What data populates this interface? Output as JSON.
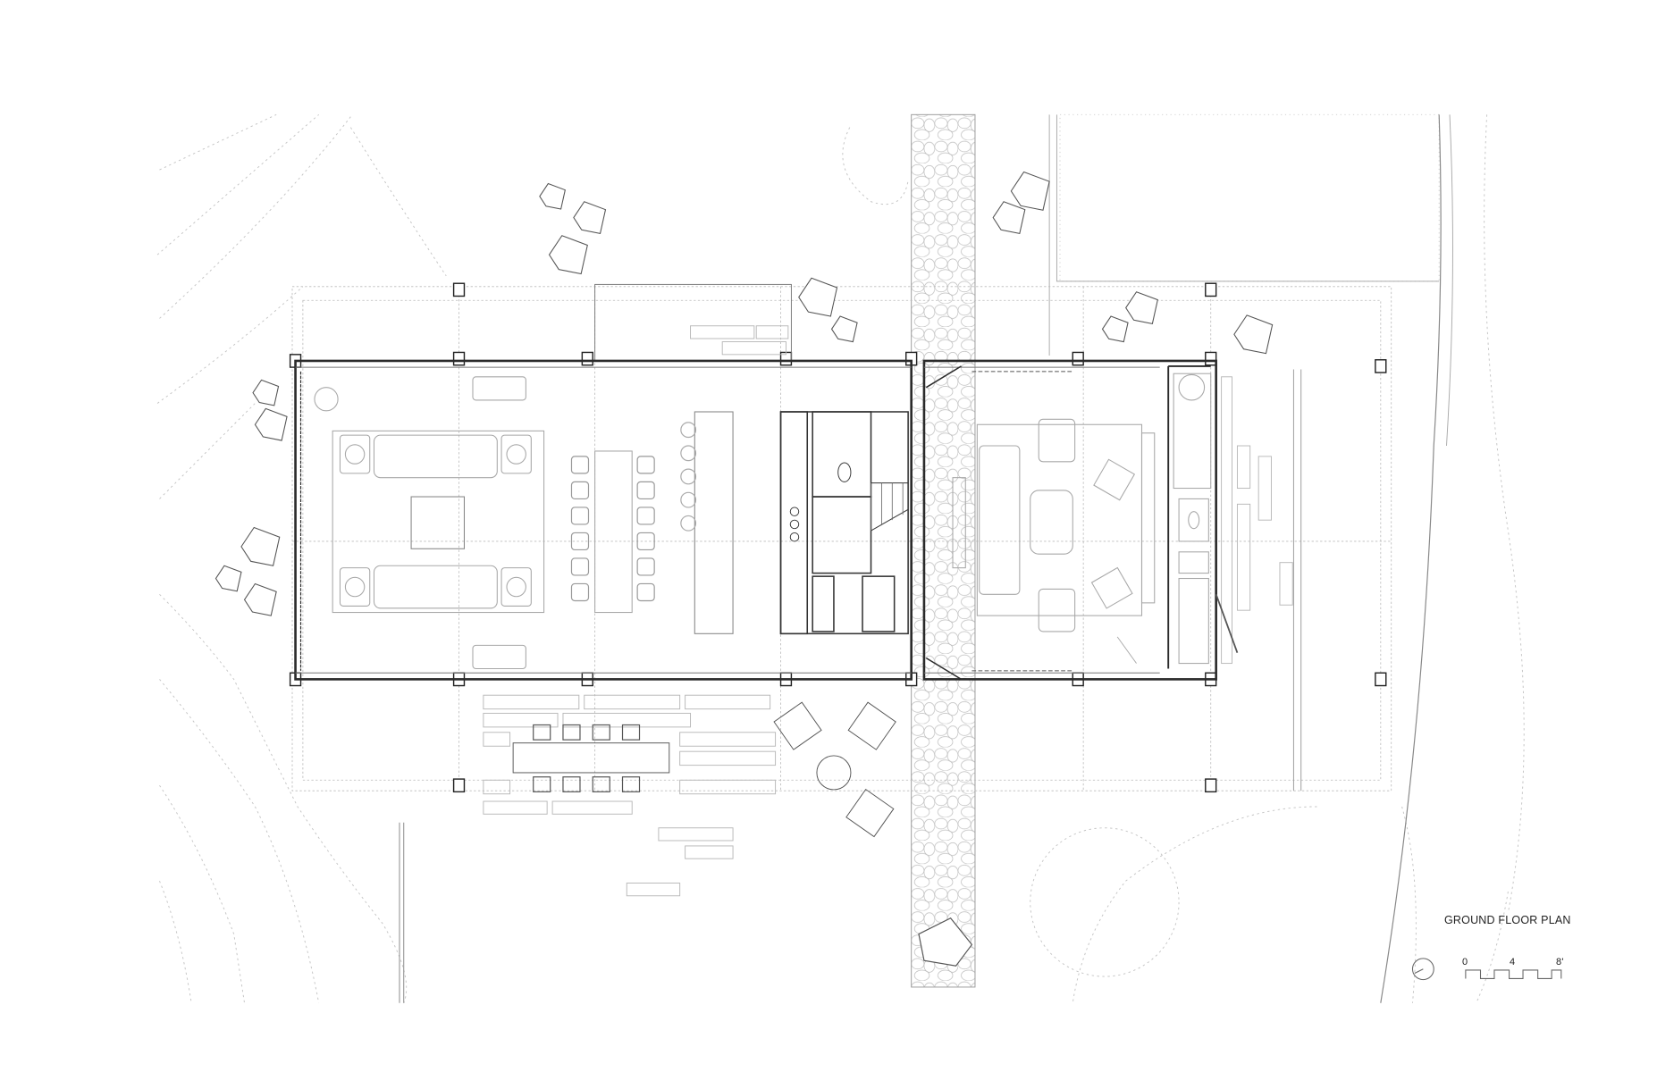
{
  "drawing": {
    "title": "GROUND FLOOR PLAN",
    "scale_bar": {
      "labels": [
        "0",
        "4",
        "8'"
      ],
      "unit": "feet"
    },
    "north_arrow": "north-arrow-icon",
    "colors": {
      "wall": "#2a2a2a",
      "furniture": "#9a9a9a",
      "site": "#b5b5b5",
      "background": "#ffffff"
    }
  }
}
